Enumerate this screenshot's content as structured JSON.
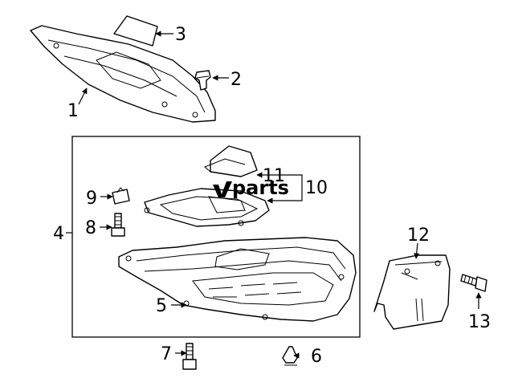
{
  "watermark": "parts",
  "callouts": [
    {
      "id": "1",
      "label": "1"
    },
    {
      "id": "2",
      "label": "2"
    },
    {
      "id": "3",
      "label": "3"
    },
    {
      "id": "4",
      "label": "4"
    },
    {
      "id": "5",
      "label": "5"
    },
    {
      "id": "6",
      "label": "6"
    },
    {
      "id": "7",
      "label": "7"
    },
    {
      "id": "8",
      "label": "8"
    },
    {
      "id": "9",
      "label": "9"
    },
    {
      "id": "10",
      "label": "10"
    },
    {
      "id": "11",
      "label": "11"
    },
    {
      "id": "12",
      "label": "12"
    },
    {
      "id": "13",
      "label": "13"
    }
  ]
}
